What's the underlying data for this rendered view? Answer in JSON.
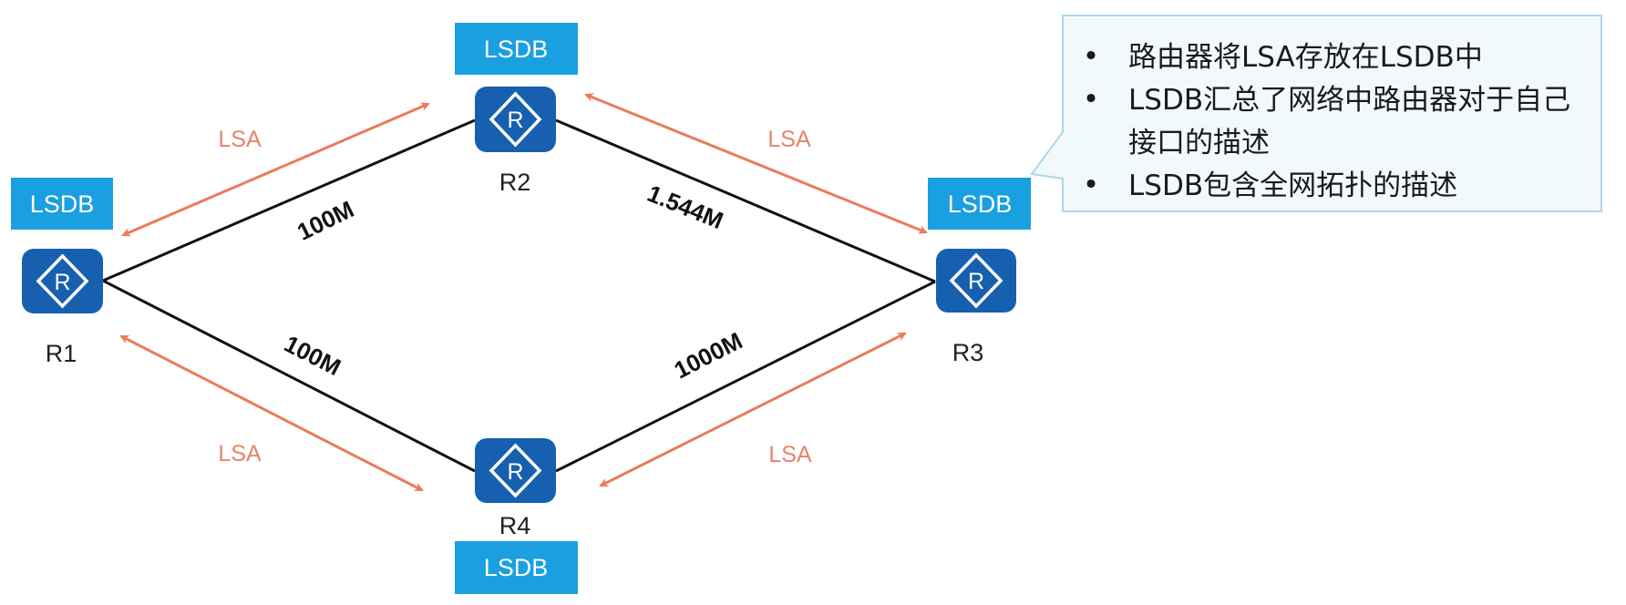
{
  "colors": {
    "lsdb_fill": "#1aa0e0",
    "router_fill": "#1760b0",
    "router_glyph": "#ffffff",
    "link": "#111111",
    "lsa_arrow": "#ec7a5c",
    "callout_fill": "#f1f9fc",
    "callout_border": "#a8d9e8"
  },
  "routers": [
    {
      "id": "R1",
      "label": "R1",
      "icon": "router-icon",
      "glyph": "R",
      "lsdb_label": "LSDB"
    },
    {
      "id": "R2",
      "label": "R2",
      "icon": "router-icon",
      "glyph": "R",
      "lsdb_label": "LSDB"
    },
    {
      "id": "R3",
      "label": "R3",
      "icon": "router-icon",
      "glyph": "R",
      "lsdb_label": "LSDB"
    },
    {
      "id": "R4",
      "label": "R4",
      "icon": "router-icon",
      "glyph": "R",
      "lsdb_label": "LSDB"
    }
  ],
  "links": [
    {
      "from": "R1",
      "to": "R2",
      "bandwidth": "100M"
    },
    {
      "from": "R2",
      "to": "R3",
      "bandwidth": "1.544M"
    },
    {
      "from": "R1",
      "to": "R4",
      "bandwidth": "100M"
    },
    {
      "from": "R4",
      "to": "R3",
      "bandwidth": "1000M"
    }
  ],
  "lsa_exchanges": [
    {
      "between": [
        "R1",
        "R2"
      ],
      "label": "LSA",
      "bidirectional": true
    },
    {
      "between": [
        "R2",
        "R3"
      ],
      "label": "LSA",
      "bidirectional": true
    },
    {
      "between": [
        "R1",
        "R4"
      ],
      "label": "LSA",
      "bidirectional": true
    },
    {
      "between": [
        "R4",
        "R3"
      ],
      "label": "LSA",
      "bidirectional": true
    }
  ],
  "callout": {
    "attached_to": "R3 LSDB",
    "bullets": [
      {
        "lines": [
          "路由器将LSA存放在LSDB中"
        ]
      },
      {
        "lines": [
          "LSDB汇总了网络中路由器对于自己",
          "接口的描述"
        ]
      },
      {
        "lines": [
          "LSDB包含全网拓扑的描述"
        ]
      }
    ],
    "bullet_glyph": "•"
  }
}
